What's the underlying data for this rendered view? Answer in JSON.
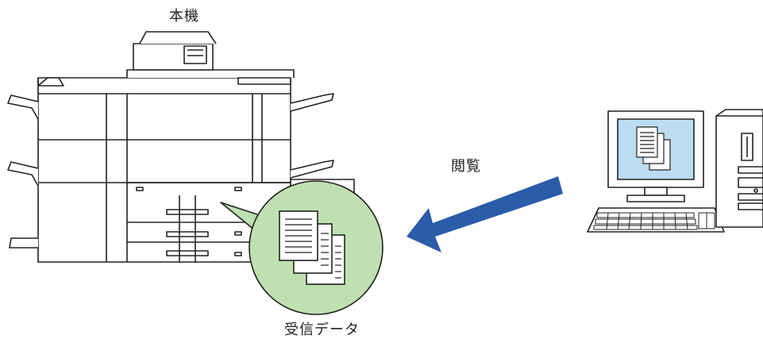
{
  "labels": {
    "machine": "本機",
    "view": "閲覧",
    "received_data": "受信データ"
  },
  "colors": {
    "arrow": "#2a5ca8",
    "bubble_fill": "#bfe0b0",
    "monitor_screen": "#bcdcf2",
    "line": "#222222"
  },
  "icons": {
    "machine": "multifunction-printer-icon",
    "documents_in_bubble": "stacked-documents-icon",
    "documents_on_screen": "stacked-documents-icon",
    "computer": "desktop-computer-icon",
    "arrow": "arrow-left-down-icon"
  }
}
